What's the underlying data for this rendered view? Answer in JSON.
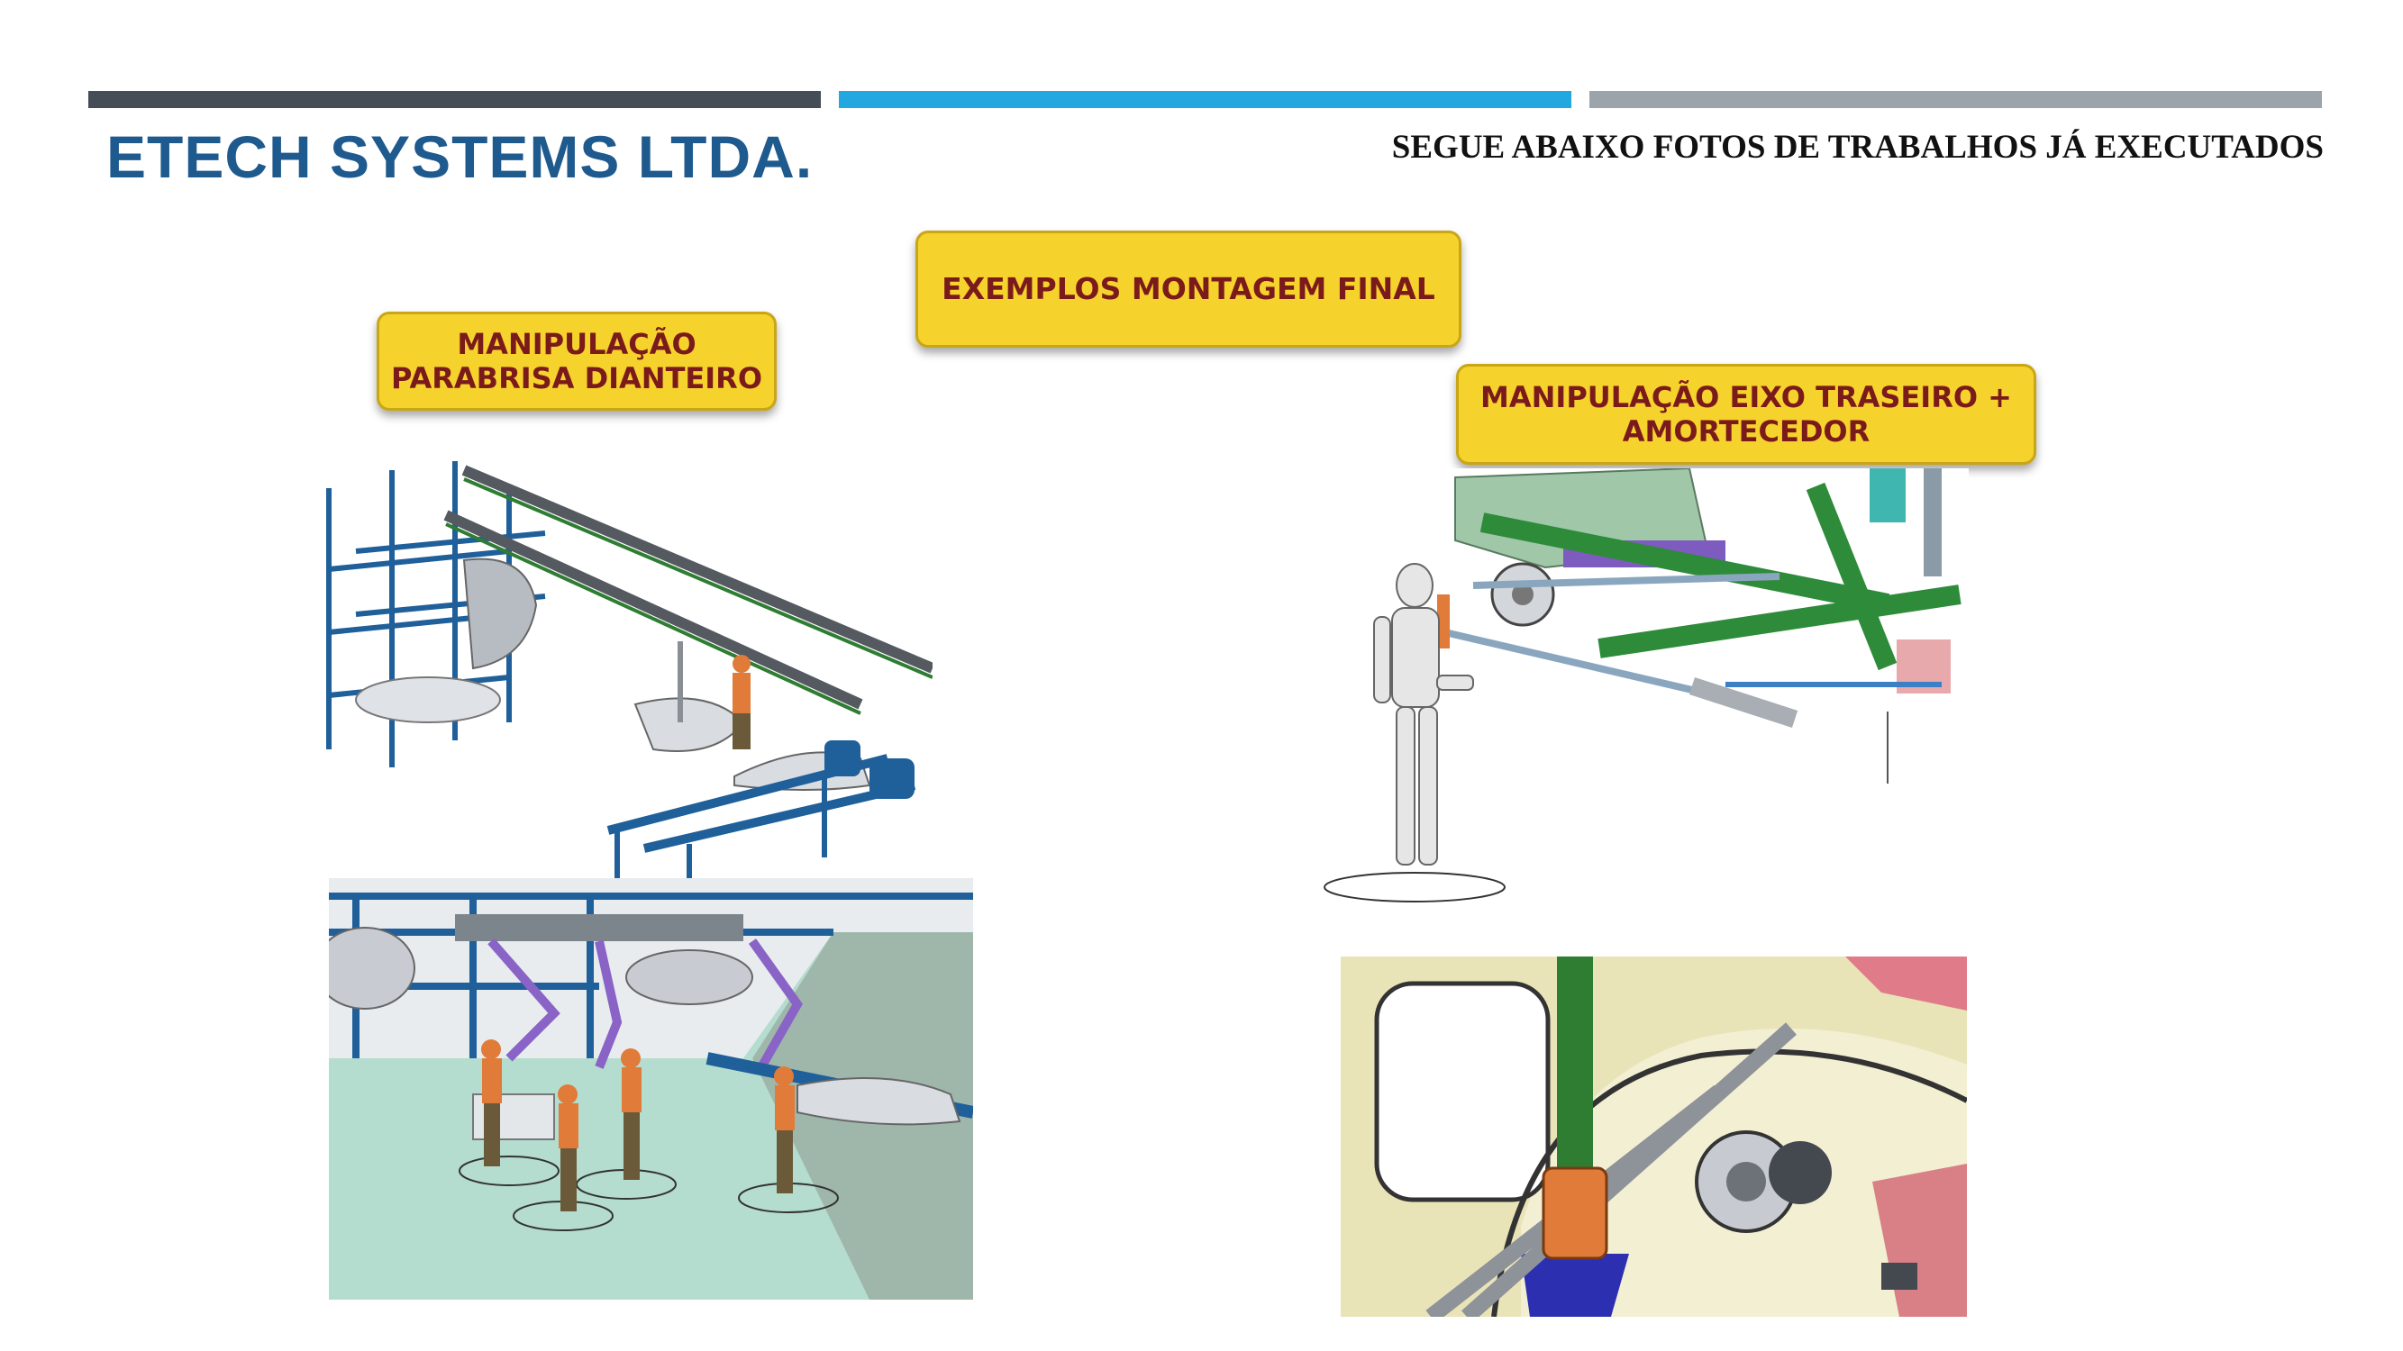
{
  "header": {
    "company": "ETECH SYSTEMS LTDA.",
    "subtitle": "SEGUE ABAIXO FOTOS DE TRABALHOS JÁ EXECUTADOS",
    "bar_colors": [
      "#454e57",
      "#22a7e0",
      "#9ca4ab"
    ]
  },
  "labels": {
    "main": "EXEMPLOS MONTAGEM FINAL",
    "windshield": [
      "MANIPULAÇÃO",
      "PARABRISA DIANTEIRO"
    ],
    "axle": [
      "MANIPULAÇÃO EIXO TRASEIRO +",
      "AMORTECEDOR"
    ]
  },
  "colors": {
    "label_bg": "#f6d22d",
    "label_text": "#7b1a1a",
    "company_text": "#1e5a8e"
  }
}
